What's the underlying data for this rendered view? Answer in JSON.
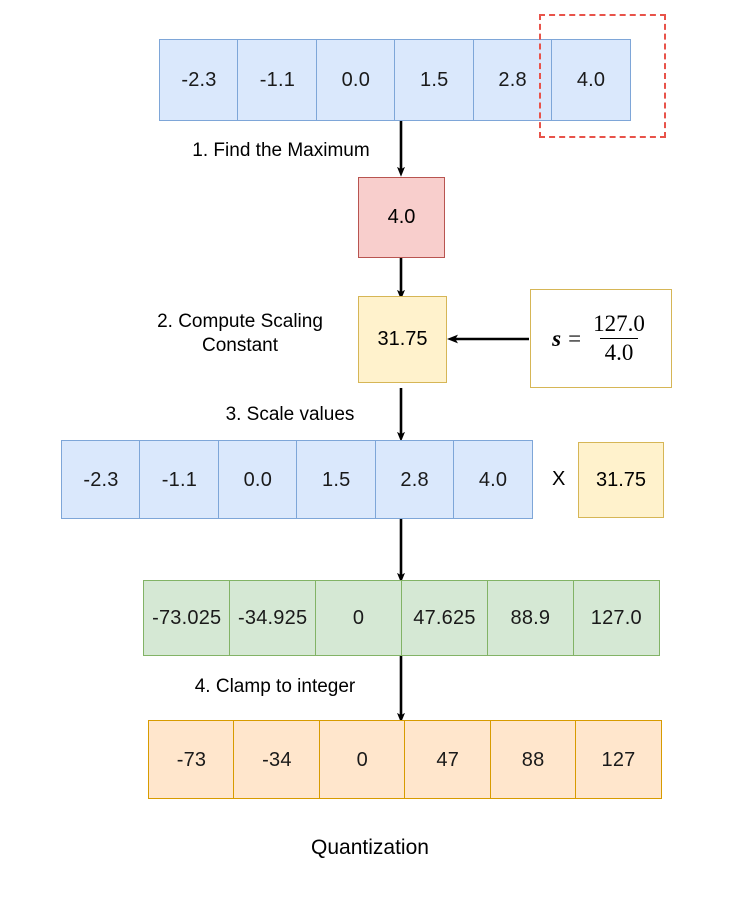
{
  "diagram": {
    "caption": "Quantization",
    "steps": [
      {
        "id": "step1",
        "label": "1. Find the Maximum"
      },
      {
        "id": "step2",
        "label": "2. Compute Scaling\nConstant"
      },
      {
        "id": "step3",
        "label": "3. Scale values"
      },
      {
        "id": "step4",
        "label": "4. Clamp to integer"
      }
    ],
    "rows": {
      "input_tensor": {
        "name": "input-tensor",
        "color": "blue",
        "values": [
          "-2.3",
          "-1.1",
          "0.0",
          "1.5",
          "2.8",
          "4.0"
        ]
      },
      "scale_input_tensor": {
        "name": "scale-input-tensor",
        "color": "blue",
        "values": [
          "-2.3",
          "-1.1",
          "0.0",
          "1.5",
          "2.8",
          "4.0"
        ]
      },
      "scaled_tensor": {
        "name": "scaled-tensor",
        "color": "green",
        "values": [
          "-73.025",
          "-34.925",
          "0",
          "47.625",
          "88.9",
          "127.0"
        ]
      },
      "quantized_tensor": {
        "name": "quantized-tensor",
        "color": "orange",
        "values": [
          "-73",
          "-34",
          "0",
          "47",
          "88",
          "127"
        ]
      }
    },
    "max_box": {
      "value": "4.0"
    },
    "scale_box": {
      "value": "31.75"
    },
    "multiplier_box": {
      "value": "31.75"
    },
    "multiply_symbol": "X",
    "formula": {
      "variable": "s",
      "equals": "=",
      "numerator": "127.0",
      "denominator": "4.0"
    },
    "highlight": {
      "name": "max-highlight-region"
    },
    "colors": {
      "blue_fill": "#dae8fc",
      "blue_stroke": "#7ea6d8",
      "red_fill": "#f8cecc",
      "red_stroke": "#b85450",
      "yellow_fill": "#fff2cc",
      "yellow_stroke": "#d6b656",
      "green_fill": "#d5e8d4",
      "green_stroke": "#82b366",
      "orange_fill": "#ffe6cc",
      "orange_stroke": "#d79b00",
      "highlight_stroke": "#e8534a",
      "arrow": "#000000"
    }
  }
}
